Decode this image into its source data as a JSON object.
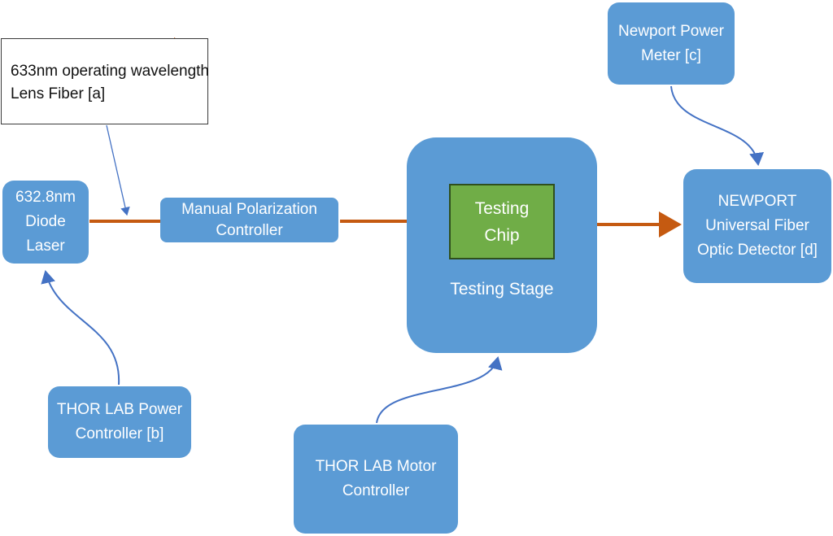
{
  "legend": {
    "line1": "633nm operating wavelength",
    "line2": "Lens Fiber [a]"
  },
  "nodes": {
    "laser": [
      "632.8nm",
      "Diode",
      "Laser"
    ],
    "polarization": [
      "Manual Polarization",
      "Controller"
    ],
    "stage": [
      "Testing Stage"
    ],
    "chip": [
      "Testing",
      "Chip"
    ],
    "detector": [
      "NEWPORT",
      "Universal Fiber",
      "Optic Detector [d]"
    ],
    "power_meter": [
      "Newport Power",
      "Meter [c]"
    ],
    "power_controller": [
      "THOR LAB Power",
      "Controller [b]"
    ],
    "motor_controller": [
      "THOR LAB Motor",
      "Controller"
    ]
  },
  "colors": {
    "box": "#5b9bd5",
    "chip": "#70ad47",
    "fiber": "#c55a11",
    "signal": "#4472c4"
  }
}
